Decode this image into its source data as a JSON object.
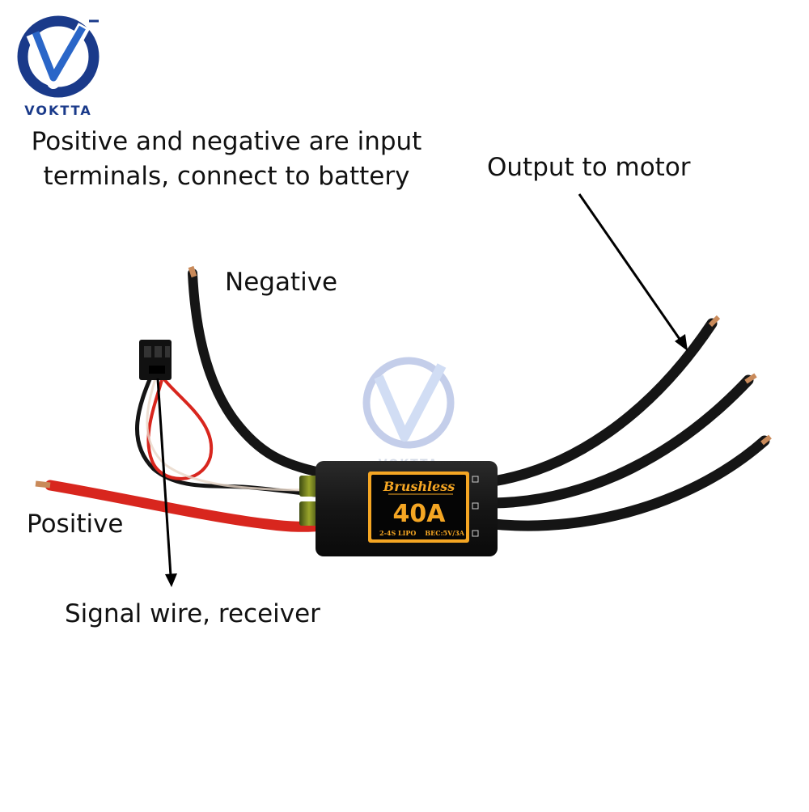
{
  "brand": {
    "name": "VOKTTA",
    "color": "#1a3a8a",
    "accent": "#2a66c8"
  },
  "title": "Positive and negative are input terminals, connect to battery",
  "labels": {
    "output": "Output to motor",
    "negative": "Negative",
    "positive": "Positive",
    "signal": "Signal wire, receiver"
  },
  "esc": {
    "type": "Brushless",
    "current": "40A",
    "cells": "2-4S LIPO",
    "bec": "BEC:5V/3A",
    "accent_color": "#f5a623"
  },
  "colors": {
    "wire_black": "#151515",
    "wire_red": "#d8261e",
    "copper": "#c98a5a",
    "arrow": "#000000"
  }
}
